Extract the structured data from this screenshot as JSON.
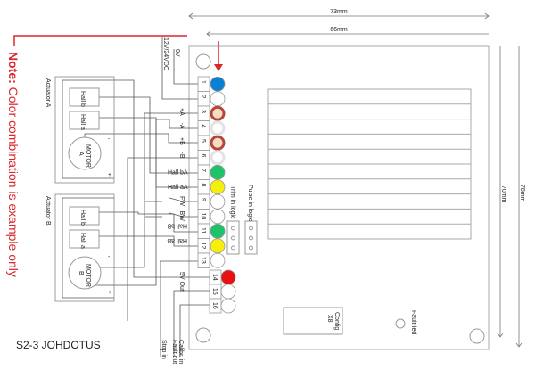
{
  "title": "S2-3 JOHDOTUS",
  "note": {
    "bold": "Note:",
    "text": " Color combination is example only",
    "color": "#d9262b"
  },
  "dimensions": {
    "width_outer": "73mm",
    "width_inner": "66mm",
    "height_inner": "70mm",
    "height_outer": "78mm"
  },
  "supply": {
    "zero": "0V",
    "voltage": "12V/24VDC"
  },
  "actuators": [
    {
      "label": "Actuator A",
      "hall_b": "Hall b",
      "hall_a": "Hall a",
      "motor": "MOTOR",
      "motor_id": "A",
      "minus": "-",
      "plus": "+"
    },
    {
      "label": "Actuator B",
      "hall_b": "Hall b",
      "hall_a": "Hall a",
      "motor": "MOTOR",
      "motor_id": "B",
      "minus": "-",
      "plus": "+"
    }
  ],
  "terminals": [
    {
      "num": "1",
      "label": "",
      "color": "#0a7fd6"
    },
    {
      "num": "2",
      "label": "",
      "color": "#ffffff"
    },
    {
      "num": "3",
      "label": "+A",
      "color": "#f6dcc4",
      "ring": "#b5473a"
    },
    {
      "num": "4",
      "label": "-A",
      "color": "#ffffff",
      "ring": "#e3e3e3"
    },
    {
      "num": "5",
      "label": "+B",
      "color": "#f6dcc4",
      "ring": "#b5473a"
    },
    {
      "num": "6",
      "label": "-B",
      "color": "#ffffff",
      "ring": "#e3e3e3"
    },
    {
      "num": "7",
      "label": "Hall bA",
      "color": "#1ec26a"
    },
    {
      "num": "8",
      "label": "Hall aA",
      "color": "#f5ef0a"
    },
    {
      "num": "9",
      "label": "FW",
      "color": "#ffffff"
    },
    {
      "num": "10",
      "label": "BW",
      "color": "#ffffff"
    },
    {
      "num": "11",
      "label": "Hall bB",
      "color": "#1ec26a"
    },
    {
      "num": "12",
      "label": "Hall aB",
      "color": "#f5ef0a"
    },
    {
      "num": "13",
      "label": "",
      "color": "#ffffff"
    },
    {
      "num": "14",
      "label": "5V Out",
      "color": "#e81010"
    },
    {
      "num": "15",
      "label": "",
      "color": "#ffffff"
    },
    {
      "num": "16",
      "label": "",
      "color": "#ffffff"
    }
  ],
  "board": {
    "trim": "Trim in logic",
    "pulse": "Pulse in logic",
    "config": "Config",
    "config_id": "X8",
    "fault_led": "Fault-led"
  },
  "bottom_labels": {
    "stop": "Stop in",
    "fault": "Fault out",
    "calibr": "Calibr. in"
  }
}
